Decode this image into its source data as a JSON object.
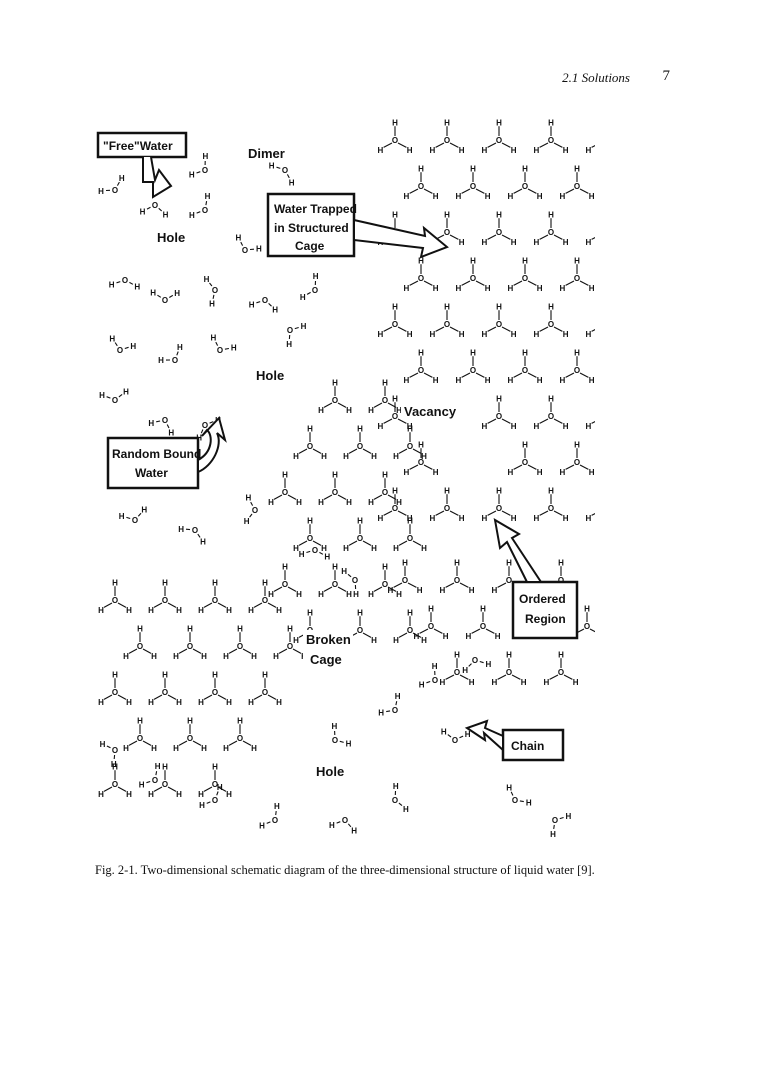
{
  "header": {
    "running_head": "2.1 Solutions",
    "page_number": "7"
  },
  "figure": {
    "callouts": {
      "free_water": "\"Free\"Water",
      "water_trapped": [
        "Water Trapped",
        "in Structured",
        "Cage"
      ],
      "random_bound": [
        "Random Bound",
        "Water"
      ],
      "ordered_region": [
        "Ordered",
        "Region"
      ],
      "chain": "Chain"
    },
    "region_labels": {
      "dimer": "Dimer",
      "hole_top": "Hole",
      "hole_middle": "Hole",
      "vacancy": "Vacancy",
      "broken_cage": [
        "Broken",
        "Cage"
      ],
      "hole_bottom": "Hole"
    },
    "atom_labels": {
      "oxygen": "O",
      "hydrogen": "H"
    }
  },
  "caption": "Fig. 2-1. Two-dimensional schematic diagram of the three-dimensional structure of liquid water [9]."
}
